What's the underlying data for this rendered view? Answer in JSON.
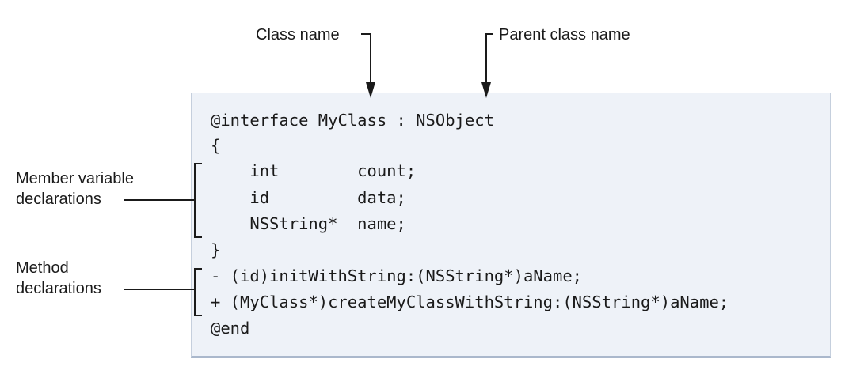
{
  "labels": {
    "class_name": "Class name",
    "parent_class_name": "Parent class name",
    "member_variable_line1": "Member variable",
    "member_variable_line2": "declarations",
    "method_line1": "Method",
    "method_line2": "declarations"
  },
  "code": {
    "interface_line": "@interface MyClass : NSObject",
    "open_brace": "{",
    "member_count": "    int        count;",
    "member_data": "    id         data;",
    "member_name": "    NSString*  name;",
    "close_brace": "}",
    "method_init": "- (id)initWithString:(NSString*)aName;",
    "method_create": "+ (MyClass*)createMyClassWithString:(NSString*)aName;",
    "end_line": "@end"
  },
  "colors": {
    "code_background": "#eef2f8",
    "code_border": "#c5cfdd",
    "line_color": "#1a1a1a"
  }
}
